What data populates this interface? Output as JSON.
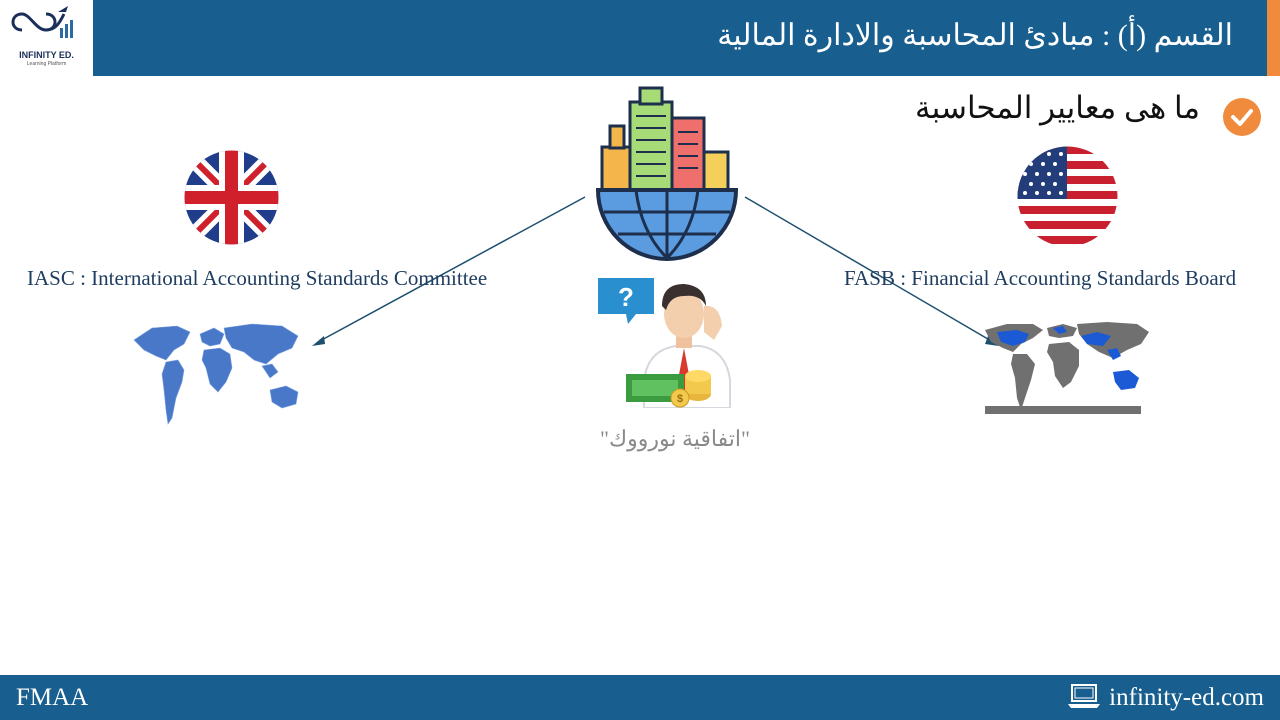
{
  "header": {
    "logo_text": "INFINITY ED.",
    "logo_subtext": "Learning Platform",
    "title": "القسم (أ) : مبادئ المحاسبة والادارة المالية"
  },
  "subtitle": "ما هى معايير المحاسبة",
  "left": {
    "label": "IASC :  International Accounting Standards Committee",
    "flag_icon": "uk-flag-icon",
    "map_icon": "world-map-icon"
  },
  "right": {
    "label": "FASB : Financial Accounting Standards Board",
    "flag_icon": "us-flag-icon",
    "map_icon": "world-map-icon"
  },
  "center": {
    "city_icon": "city-globe-icon",
    "person_icon": "confused-businessman-icon",
    "caption": "\"اتفاقية نورووك\""
  },
  "footer": {
    "left_text": "FMAA",
    "right_text": "infinity-ed.com"
  },
  "colors": {
    "primary": "#185f8f",
    "accent": "#f08a3c"
  }
}
